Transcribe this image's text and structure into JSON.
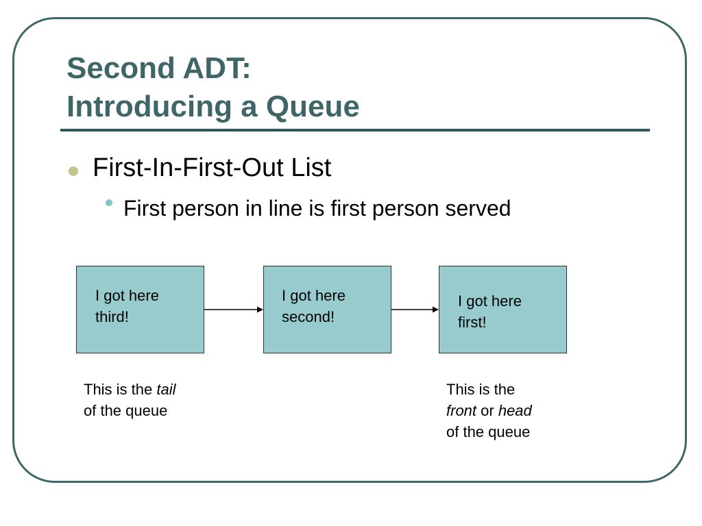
{
  "title": {
    "line1": "Second ADT:",
    "line2": "Introducing a Queue"
  },
  "bullets": {
    "level1": "First-In-First-Out List",
    "level2": "First person in line is first person served"
  },
  "diagram": {
    "boxes": [
      {
        "text": "I got here\nthird!"
      },
      {
        "text": "I got here\nsecond!"
      },
      {
        "text": "I got here\nfirst!"
      }
    ],
    "tail_caption": {
      "pre": "This is the ",
      "tail_word": "tail",
      "line2": "of the queue"
    },
    "head_caption": {
      "line1": "This is the",
      "front_word": "front",
      "or_word": " or ",
      "head_word": "head",
      "line3": "of the queue"
    }
  },
  "colors": {
    "title": "#3e6666",
    "frame": "#3e6666",
    "box_fill": "#97cbcd",
    "bullet1_dot": "#c4c48e",
    "bullet2_dot": "#7cc6ca"
  }
}
